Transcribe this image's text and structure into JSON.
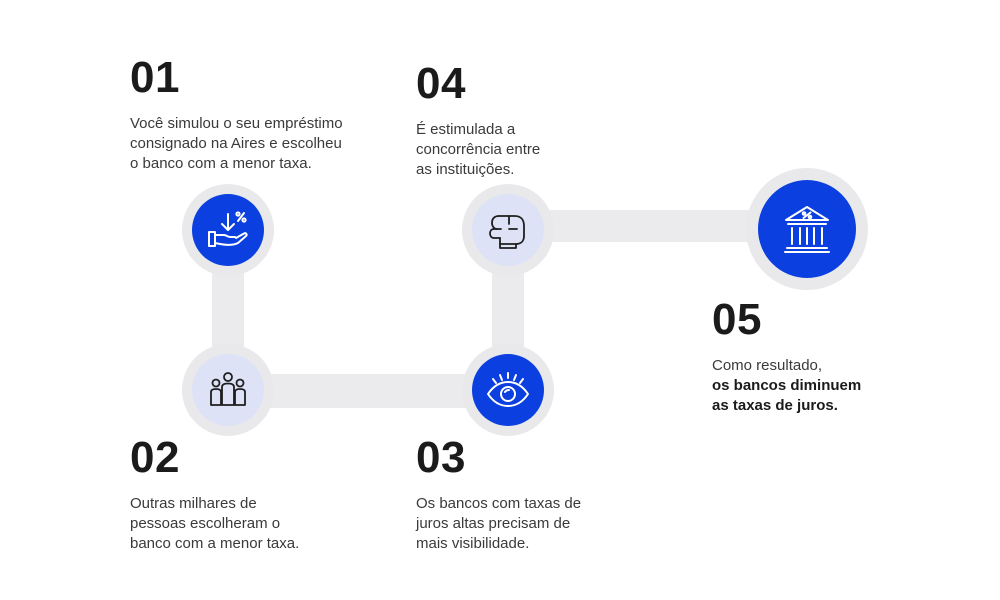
{
  "steps": [
    {
      "number": "01",
      "lines": [
        "Você simulou o seu empréstimo",
        "consignado na Aires e escolheu",
        "o banco com a menor taxa."
      ],
      "icon": "hand-percent-down-icon"
    },
    {
      "number": "02",
      "lines": [
        "Outras milhares de",
        "pessoas escolheram o",
        "banco com a menor taxa."
      ],
      "icon": "people-group-icon"
    },
    {
      "number": "03",
      "lines": [
        "Os bancos com taxas de",
        "juros altas precisam de",
        "mais visibilidade."
      ],
      "icon": "eye-icon"
    },
    {
      "number": "04",
      "lines": [
        "É estimulada a",
        "concorrência entre",
        "as instituições."
      ],
      "icon": "boxing-glove-icon"
    },
    {
      "number": "05",
      "lines": [
        "Como resultado,"
      ],
      "strong_lines": [
        "os bancos diminuem",
        "as taxas de juros."
      ],
      "icon": "bank-percent-icon"
    }
  ],
  "colors": {
    "accent": "#0b3fe0",
    "pale": "#dde2f6",
    "track": "#ebebed",
    "text": "#1b1b1b"
  }
}
